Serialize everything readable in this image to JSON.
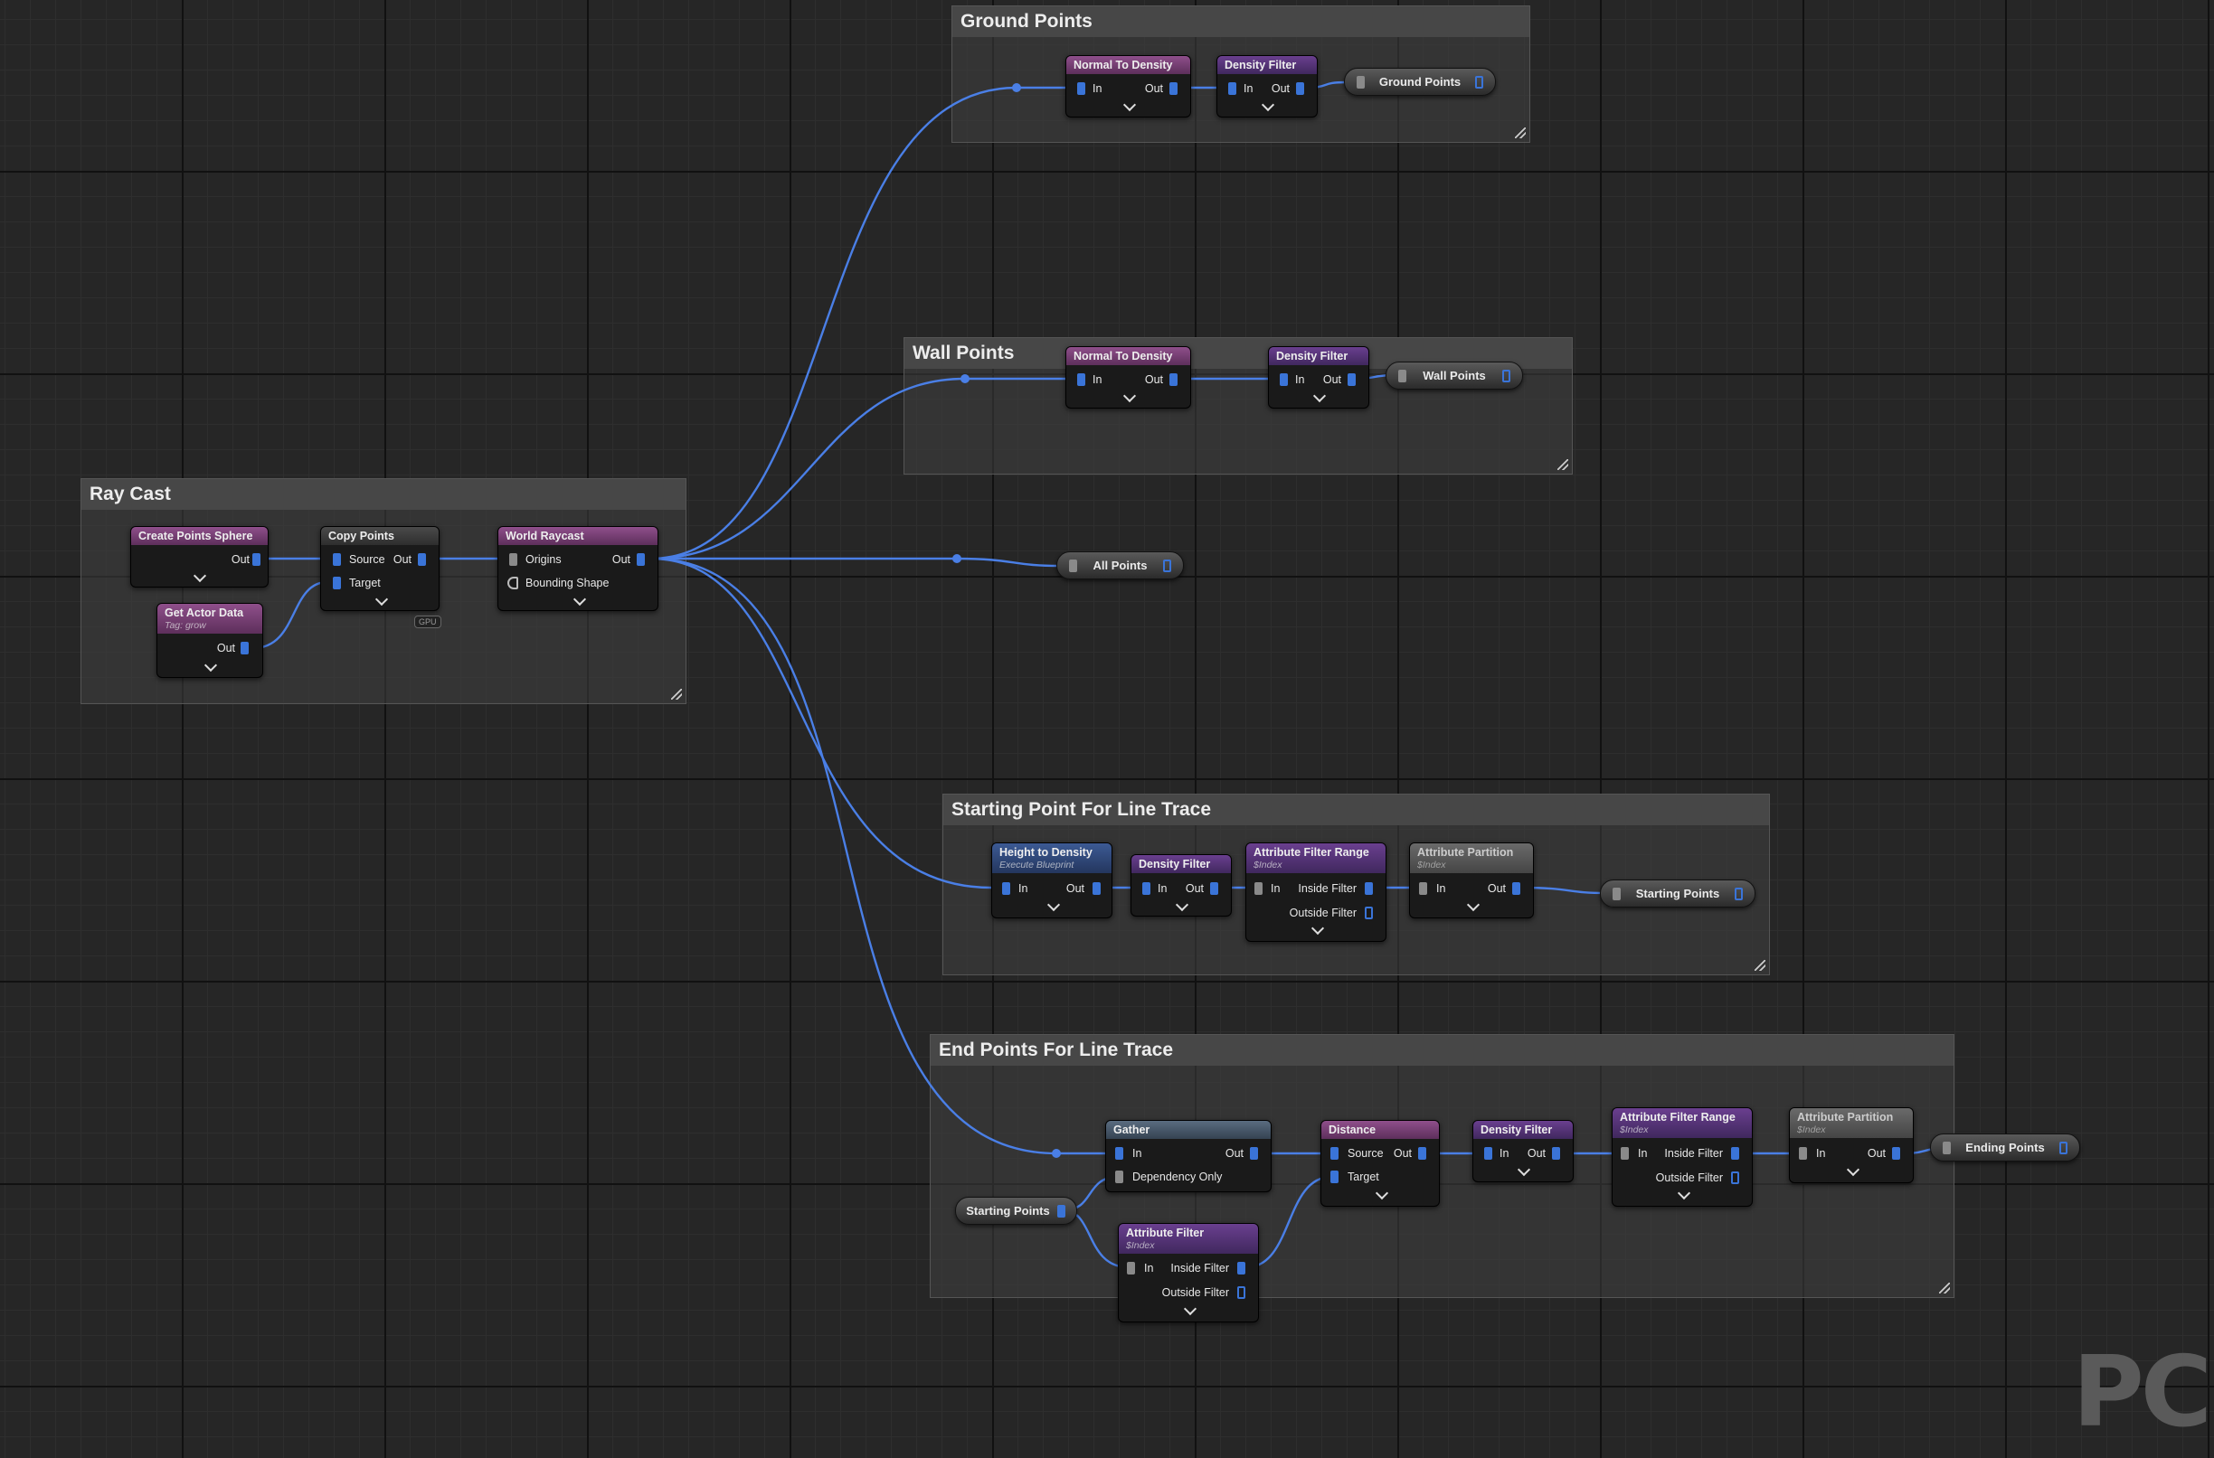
{
  "colors": {
    "wire": "#4a7fe6",
    "exec_pin": "#3a74d8",
    "background": "#262626"
  },
  "comments": {
    "ray_cast": "Ray Cast",
    "ground_points": "Ground Points",
    "wall_points": "Wall Points",
    "starting_point": "Starting Point For Line Trace",
    "end_points": "End Points For Line Trace"
  },
  "nodes": {
    "create_points_sphere": {
      "title": "Create Points Sphere",
      "out": "Out"
    },
    "get_actor_data": {
      "title": "Get Actor Data",
      "subtitle": "Tag: grow",
      "out": "Out"
    },
    "copy_points": {
      "title": "Copy Points",
      "source": "Source",
      "out": "Out",
      "target": "Target",
      "badge": "GPU"
    },
    "world_raycast": {
      "title": "World Raycast",
      "origins": "Origins",
      "out": "Out",
      "bounding_shape": "Bounding Shape"
    },
    "ground_normal": {
      "title": "Normal To Density",
      "in": "In",
      "out": "Out"
    },
    "ground_density": {
      "title": "Density Filter",
      "in": "In",
      "out": "Out"
    },
    "wall_normal": {
      "title": "Normal To Density",
      "in": "In",
      "out": "Out"
    },
    "wall_density": {
      "title": "Density Filter",
      "in": "In",
      "out": "Out"
    },
    "height_to_density": {
      "title": "Height to Density",
      "subtitle": "Execute Blueprint",
      "in": "In",
      "out": "Out"
    },
    "start_density": {
      "title": "Density Filter",
      "in": "In",
      "out": "Out"
    },
    "start_attr_range": {
      "title": "Attribute Filter Range",
      "subtitle": "$Index",
      "in": "In",
      "inside": "Inside Filter",
      "outside": "Outside Filter"
    },
    "start_partition": {
      "title": "Attribute Partition",
      "subtitle": "$Index",
      "in": "In",
      "out": "Out"
    },
    "gather": {
      "title": "Gather",
      "in": "In",
      "out": "Out",
      "dependency": "Dependency Only"
    },
    "attribute_filter": {
      "title": "Attribute Filter",
      "subtitle": "$Index",
      "in": "In",
      "inside": "Inside Filter",
      "outside": "Outside Filter"
    },
    "distance": {
      "title": "Distance",
      "source": "Source",
      "out": "Out",
      "target": "Target"
    },
    "end_density": {
      "title": "Density Filter",
      "in": "In",
      "out": "Out"
    },
    "end_attr_range": {
      "title": "Attribute Filter Range",
      "subtitle": "$Index",
      "in": "In",
      "inside": "Inside Filter",
      "outside": "Outside Filter"
    },
    "end_partition": {
      "title": "Attribute Partition",
      "subtitle": "$Index",
      "in": "In",
      "out": "Out"
    }
  },
  "reroutes": {
    "ground_points": "Ground Points",
    "wall_points": "Wall Points",
    "all_points": "All Points",
    "starting_points_out": "Starting Points",
    "starting_points_in": "Starting Points",
    "ending_points": "Ending Points"
  },
  "watermark": "PC"
}
